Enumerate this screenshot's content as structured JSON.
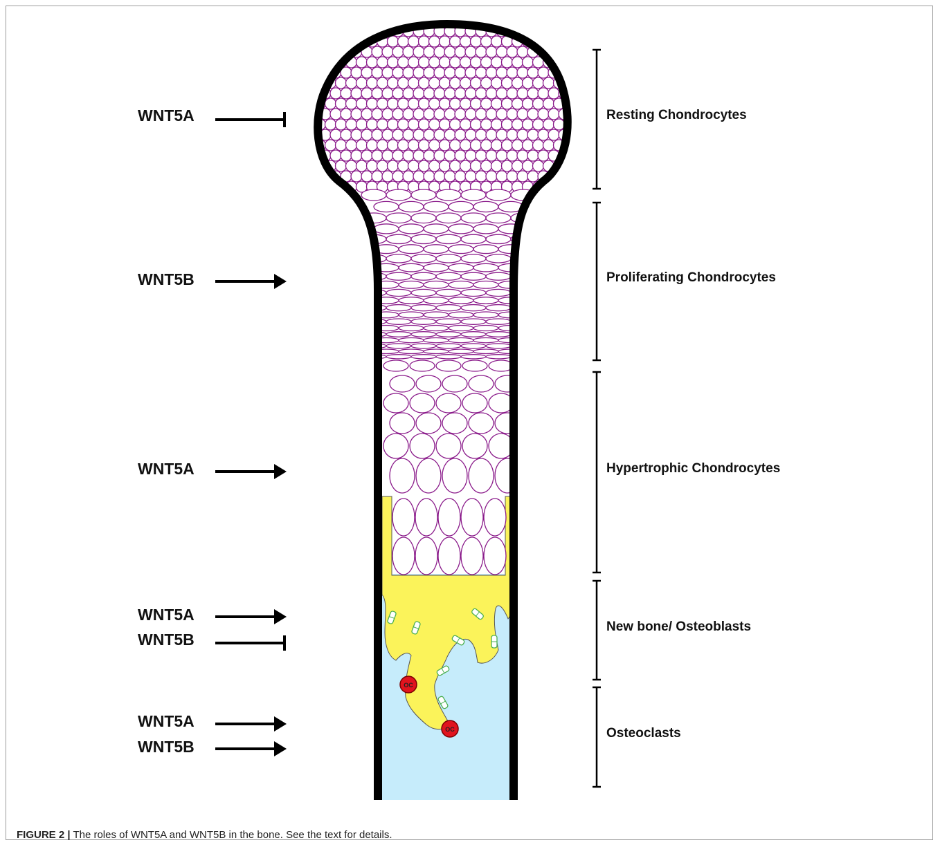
{
  "regulators": [
    {
      "gene": "WNT5A",
      "effect": "inhibits",
      "zone": "Resting Chondrocytes"
    },
    {
      "gene": "WNT5B",
      "effect": "promotes",
      "zone": "Proliferating Chondrocytes"
    },
    {
      "gene": "WNT5A",
      "effect": "promotes",
      "zone": "Hypertrophic Chondrocytes"
    },
    {
      "gene": "WNT5A",
      "effect": "promotes",
      "zone": "New bone/ Osteoblasts"
    },
    {
      "gene": "WNT5B",
      "effect": "inhibits",
      "zone": "New bone/ Osteoblasts"
    },
    {
      "gene": "WNT5A",
      "effect": "promotes",
      "zone": "Osteoclasts"
    },
    {
      "gene": "WNT5B",
      "effect": "promotes",
      "zone": "Osteoclasts"
    }
  ],
  "zones": [
    {
      "label": "Resting Chondrocytes"
    },
    {
      "label": "Proliferating Chondrocytes"
    },
    {
      "label": "Hypertrophic Chondrocytes"
    },
    {
      "label": "New bone/ Osteoblasts"
    },
    {
      "label": "Osteoclasts"
    }
  ],
  "osteoclast_label": "OC",
  "caption": {
    "figure_number": "FIGURE 2 |",
    "text": " The roles of WNT5A and WNT5B in the bone. See the text for details."
  },
  "colors": {
    "cartilage_cell_outline": "#8a1a8a",
    "marrow": "#c6ecfb",
    "new_bone": "#fbf35a",
    "osteoclast": "#e0141e",
    "osteoblast": "#4caf50",
    "bone_outline": "#000000"
  }
}
